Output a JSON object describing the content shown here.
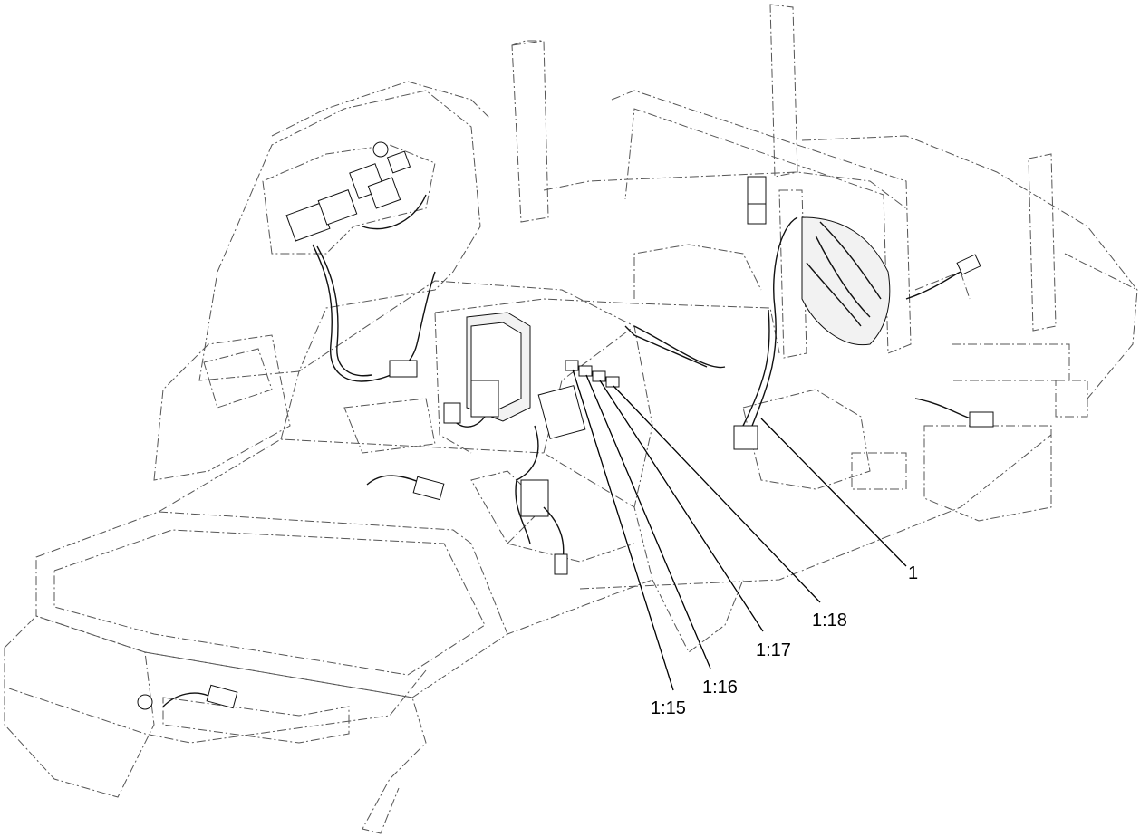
{
  "diagram": {
    "main_callout": "1",
    "sub_callouts": [
      "1:15",
      "1:16",
      "1:17",
      "1:18"
    ]
  }
}
